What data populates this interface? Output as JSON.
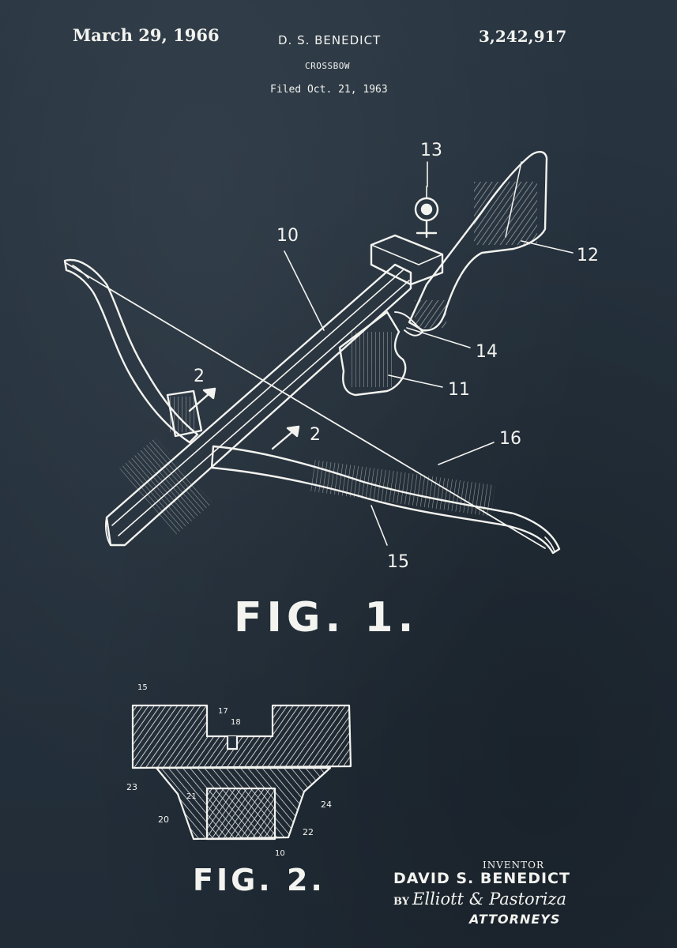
{
  "header": {
    "date": "March 29, 1966",
    "inventor_short": "D. S. BENEDICT",
    "patent_number": "3,242,917",
    "title": "CROSSBOW",
    "filed": "Filed Oct. 21, 1963"
  },
  "figures": {
    "fig1_label": "FIG. 1.",
    "fig2_label": "FIG. 2.",
    "fig1_refs": {
      "r10": "10",
      "r11": "11",
      "r12": "12",
      "r13": "13",
      "r14": "14",
      "r15": "15",
      "r16": "16",
      "r2a": "2",
      "r2b": "2"
    },
    "fig2_refs": {
      "r15": "15",
      "r17": "17",
      "r18": "18",
      "r23": "23",
      "r20": "20",
      "r21": "21",
      "r24": "24",
      "r22": "22",
      "r10": "10"
    }
  },
  "signature": {
    "heading": "INVENTOR",
    "inventor_name": "DAVID S. BENEDICT",
    "by": "BY",
    "attorney_firm": "Elliott & Pastoriza",
    "attorneys": "ATTORNEYS"
  },
  "colors": {
    "background": "#232f3a",
    "ink": "#f3f3ef"
  }
}
